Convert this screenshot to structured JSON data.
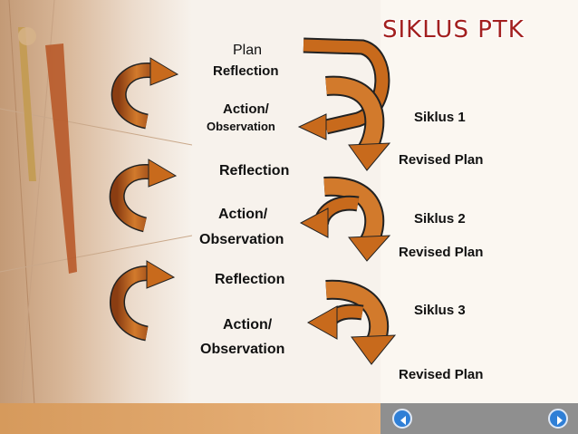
{
  "title": "SIKLUS PTK",
  "cycle_labels": {
    "plan": "Plan",
    "reflection_1": "Reflection",
    "action_1": "Action/",
    "observation_1": "Observation",
    "reflection_2": "Reflection",
    "action_2": "Action/",
    "observation_2": "Observation",
    "reflection_3": "Reflection",
    "action_3": "Action/",
    "observation_3": "Observation"
  },
  "siklus": [
    {
      "label": "Siklus 1",
      "revised": "Revised Plan"
    },
    {
      "label": "Siklus 2",
      "revised": "Revised Plan"
    },
    {
      "label": "Siklus 3",
      "revised": "Revised Plan"
    }
  ],
  "nav": {
    "prev": "prev-slide",
    "next": "next-slide"
  },
  "colors": {
    "arrow": "#c86a1c",
    "arrow_dark": "#8a3d12",
    "title": "#a3201f"
  }
}
